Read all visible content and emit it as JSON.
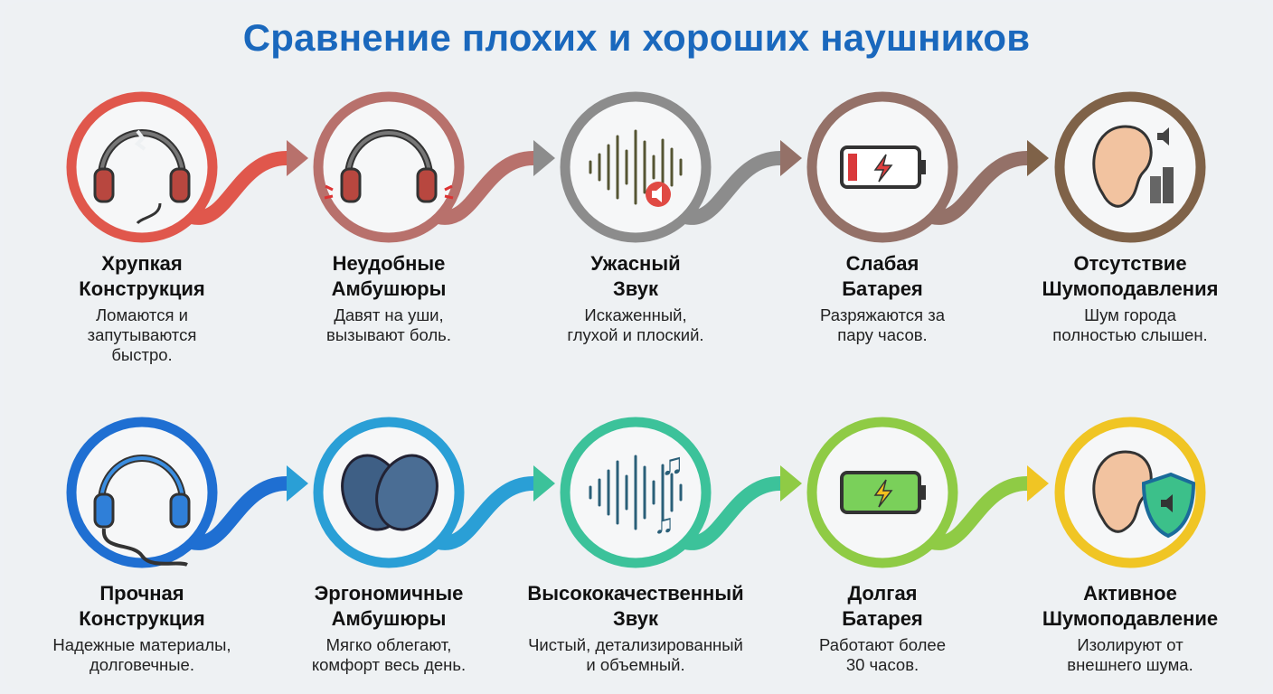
{
  "title": "Сравнение плохих и хороших наушников",
  "bad": [
    {
      "title1": "Хрупкая",
      "title2": "Конструкция",
      "desc": [
        "Ломаются и",
        "запутываются",
        "быстро."
      ],
      "icon": "broken-headphones-icon",
      "color": "#e0574c"
    },
    {
      "title1": "Неудобные",
      "title2": "Амбушюры",
      "desc": [
        "Давят на уши,",
        "вызывают боль."
      ],
      "icon": "painful-headphones-icon",
      "color": "#b8716c"
    },
    {
      "title1": "Ужасный",
      "title2": "Звук",
      "desc": [
        "Искаженный,",
        "глухой и плоский."
      ],
      "icon": "distorted-waveform-icon",
      "color": "#8c8c8c"
    },
    {
      "title1": "Слабая",
      "title2": "Батарея",
      "desc": [
        "Разряжаются за",
        "пару часов."
      ],
      "icon": "low-battery-icon",
      "color": "#947168"
    },
    {
      "title1": "Отсутствие",
      "title2": "Шумоподавления",
      "desc": [
        "Шум города",
        "полностью слышен."
      ],
      "icon": "ear-city-noise-icon",
      "color": "#7f6248"
    }
  ],
  "good": [
    {
      "title1": "Прочная",
      "title2": "Конструкция",
      "desc": [
        "Надежные материалы,",
        "долговечные."
      ],
      "icon": "sturdy-headphones-icon",
      "color": "#1f6fd2"
    },
    {
      "title1": "Эргономичные",
      "title2": "Амбушюры",
      "desc": [
        "Мягко облегают,",
        "комфорт весь день."
      ],
      "icon": "ear-cushions-icon",
      "color": "#2a9fd6"
    },
    {
      "title1": "Высококачественный",
      "title2": "Звук",
      "desc": [
        "Чистый, детализированный",
        "и объемный."
      ],
      "icon": "music-waveform-icon",
      "color": "#3cc29a"
    },
    {
      "title1": "Долгая",
      "title2": "Батарея",
      "desc": [
        "Работают более",
        "30 часов."
      ],
      "icon": "full-battery-icon",
      "color": "#8fcb45"
    },
    {
      "title1": "Активное",
      "title2": "Шумоподавление",
      "desc": [
        "Изолируют от",
        "внешнего шума."
      ],
      "icon": "ear-shield-icon",
      "color": "#f0c524"
    }
  ]
}
